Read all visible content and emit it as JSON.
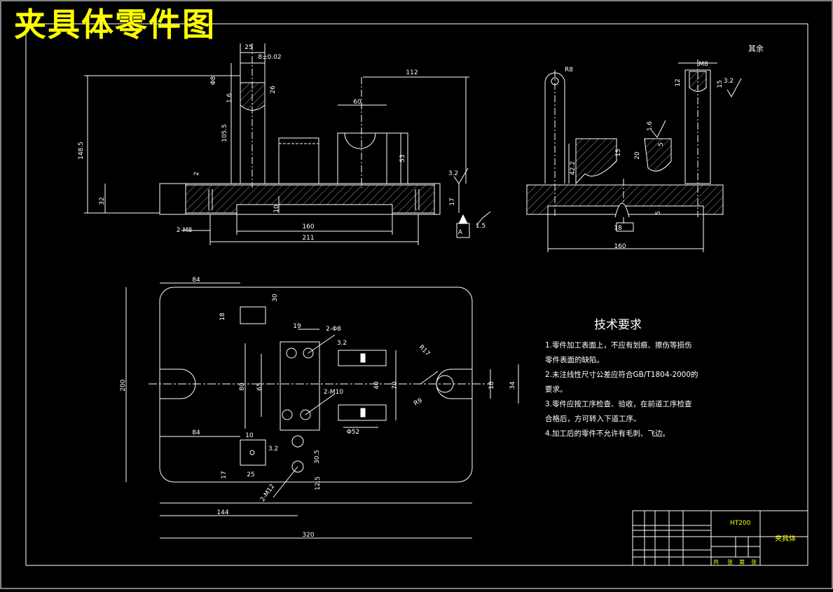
{
  "title": "夹具体零件图",
  "roughness_note": "其余",
  "technical_requirements": {
    "heading": "技术要求",
    "items": [
      "1.零件加工表面上，不应有划痕、擦伤等损伤",
      "零件表面的缺陷。",
      "2.未注线性尺寸公差应符合GB/T1804-2000的",
      "要求。",
      "3.零件应按工序检查、验收，在前道工序检查",
      "合格后，方可转入下道工序。",
      "4.加工后的零件不允许有毛刺、飞边。"
    ]
  },
  "front_view_dims": {
    "d25": "25",
    "d8": "8±0.02",
    "d112": "112",
    "d60": "60",
    "d26": "26",
    "d1_6": "1.6",
    "d148_5": "148.5",
    "d105_5": "105.5",
    "d53": "53",
    "d32": "32",
    "d2": "2",
    "d10": "10",
    "d17": "17",
    "d160": "160",
    "d211": "211",
    "d2m8": "2-M8",
    "d3_2": "3.2",
    "d1_5": "1.5",
    "datum_a": "A",
    "d6": "Φ8"
  },
  "side_view_dims": {
    "r8": "R8",
    "m8": "M8",
    "d12": "12",
    "d15": "15",
    "d3_2": "3.2",
    "d1_6": "1.6",
    "d42_2": "42.2",
    "d15b": "15",
    "d20": "20",
    "d5": "5",
    "d160": "160",
    "d18": "18",
    "d5b": "5"
  },
  "top_view_dims": {
    "d84a": "84",
    "d30": "30",
    "d18": "18",
    "d19": "19",
    "d2_6": "2-Φ8",
    "d3_2": "3.2",
    "d2_m10": "2-M10",
    "r17": "R17",
    "r9": "R9",
    "d200": "200",
    "d80": "80",
    "d65": "65",
    "d40": "40",
    "d70": "70",
    "d34": "34",
    "d18b": "18",
    "d52": "Φ52",
    "d84b": "84",
    "d10": "10",
    "d3_2b": "3.2",
    "d30_5": "30.5",
    "d17": "17",
    "d25": "25",
    "d2_m12": "2-M12",
    "d12_5": "12.5",
    "d144": "144",
    "d320": "320"
  },
  "title_block": {
    "material": "HT200",
    "part_name": "夹具体",
    "bottom_labels": [
      "共",
      "张",
      "第",
      "张"
    ]
  }
}
